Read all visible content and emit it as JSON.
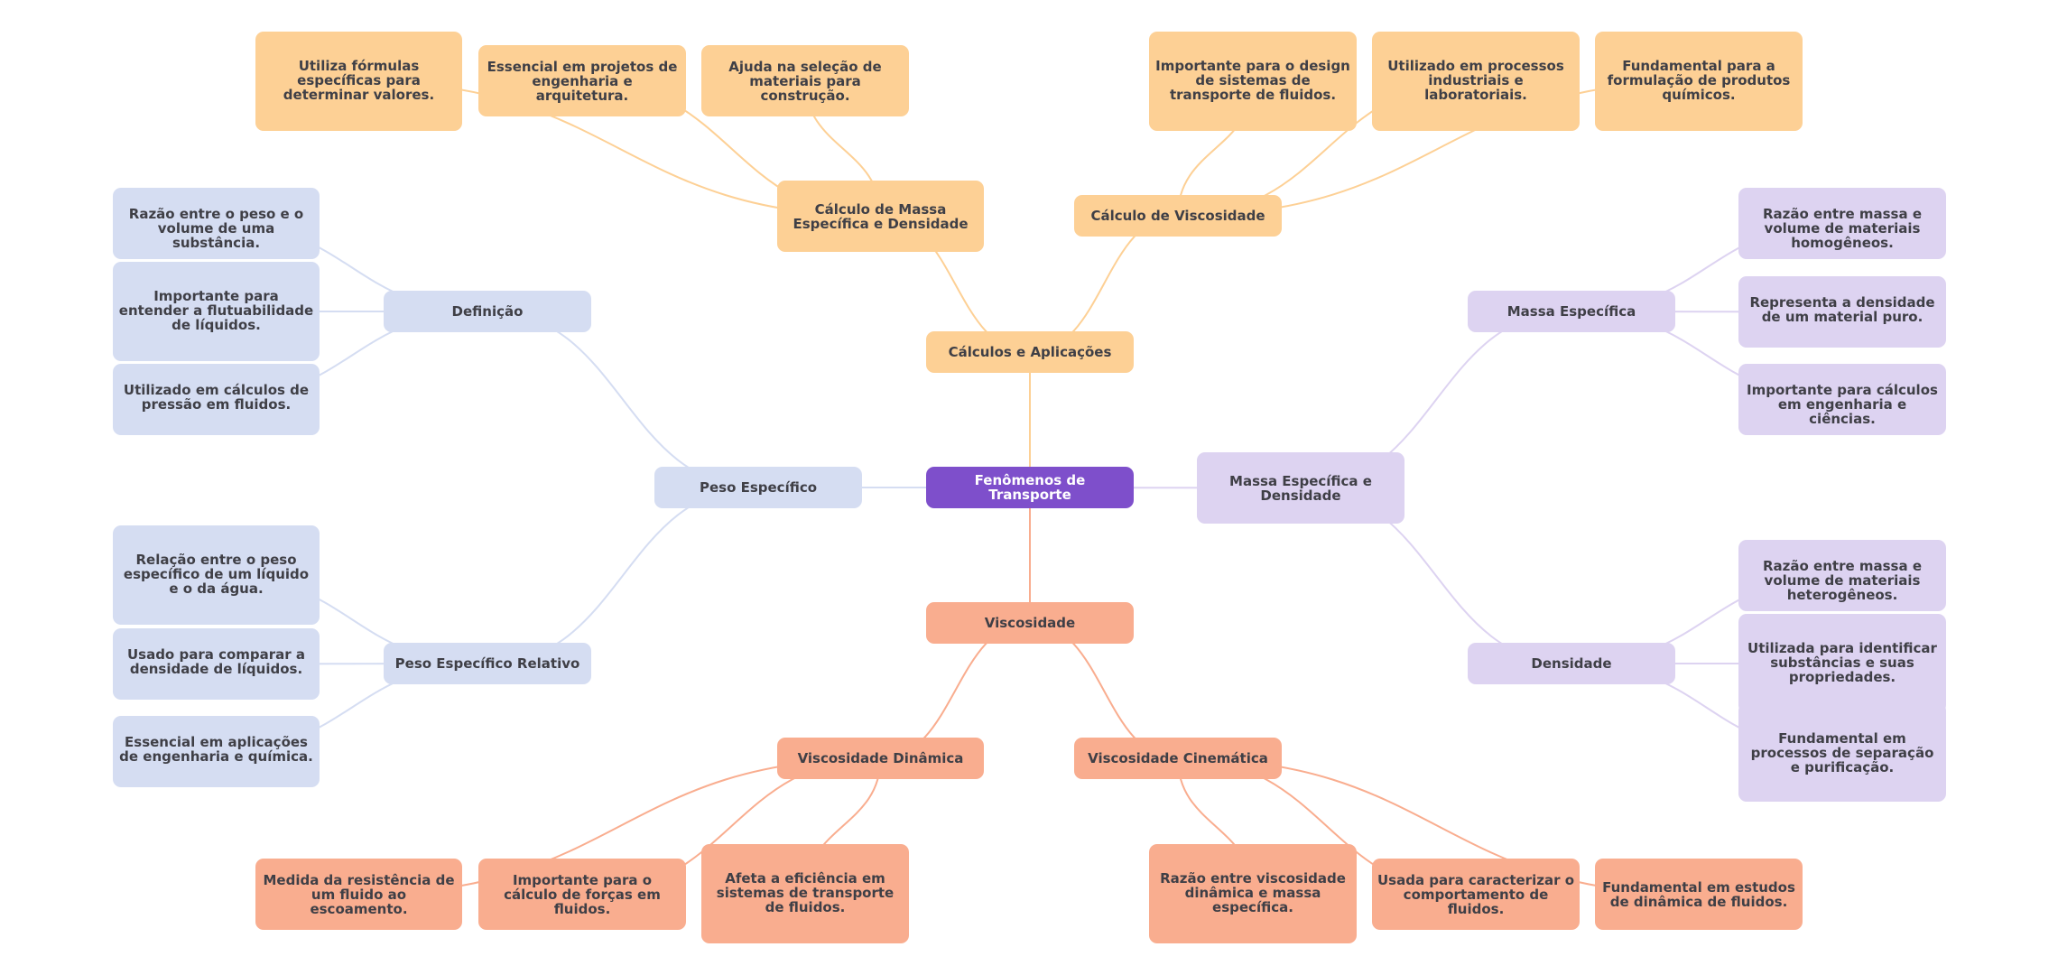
{
  "mindmap": {
    "root": "Fenômenos de Transporte",
    "colors": {
      "root": "#7e4fcb",
      "calculos_branch": "#fdd095",
      "peso_branch": "#d5ddf2",
      "massa_branch": "#ddd3f1",
      "viscosidade_branch": "#f9ad8f",
      "text": "#3f3f46"
    },
    "calculos": {
      "label": "Cálculos e Aplicações",
      "massa_calc": {
        "label": "Cálculo de Massa Específica e Densidade",
        "children": [
          "Utiliza fórmulas específicas para determinar valores.",
          "Essencial em projetos de engenharia e arquitetura.",
          "Ajuda na seleção de materiais para construção."
        ]
      },
      "visc_calc": {
        "label": "Cálculo de Viscosidade",
        "children": [
          "Importante para o design de sistemas de transporte de fluidos.",
          "Utilizado em processos industriais e laboratoriais.",
          "Fundamental para a formulação de produtos químicos."
        ]
      }
    },
    "peso": {
      "label": "Peso Específico",
      "definicao": {
        "label": "Definição",
        "children": [
          "Razão entre o peso e o volume de uma substância.",
          "Importante para entender a flutuabilidade de líquidos.",
          "Utilizado em cálculos de pressão em fluidos."
        ]
      },
      "relativo": {
        "label": "Peso Específico Relativo",
        "children": [
          "Relação entre o peso específico de um líquido e o da água.",
          "Usado para comparar a densidade de líquidos.",
          "Essencial em aplicações de engenharia e química."
        ]
      }
    },
    "massa": {
      "label": "Massa Específica e Densidade",
      "massa_especifica": {
        "label": "Massa Específica",
        "children": [
          "Razão entre massa e volume de materiais homogêneos.",
          "Representa a densidade de um material puro.",
          "Importante para cálculos em engenharia e ciências."
        ]
      },
      "densidade": {
        "label": "Densidade",
        "children": [
          "Razão entre massa e volume de materiais heterogêneos.",
          "Utilizada para identificar substâncias e suas propriedades.",
          "Fundamental em processos de separação e purificação."
        ]
      }
    },
    "viscosidade": {
      "label": "Viscosidade",
      "dinamica": {
        "label": "Viscosidade Dinâmica",
        "children": [
          "Medida da resistência de um fluido ao escoamento.",
          "Importante para o cálculo de forças em fluidos.",
          "Afeta a eficiência em sistemas de transporte de fluidos."
        ]
      },
      "cinematica": {
        "label": "Viscosidade Cinemática",
        "children": [
          "Razão entre viscosidade dinâmica e massa específica.",
          "Usada para caracterizar o comportamento de fluidos.",
          "Fundamental em estudos de dinâmica de fluidos."
        ]
      }
    }
  }
}
